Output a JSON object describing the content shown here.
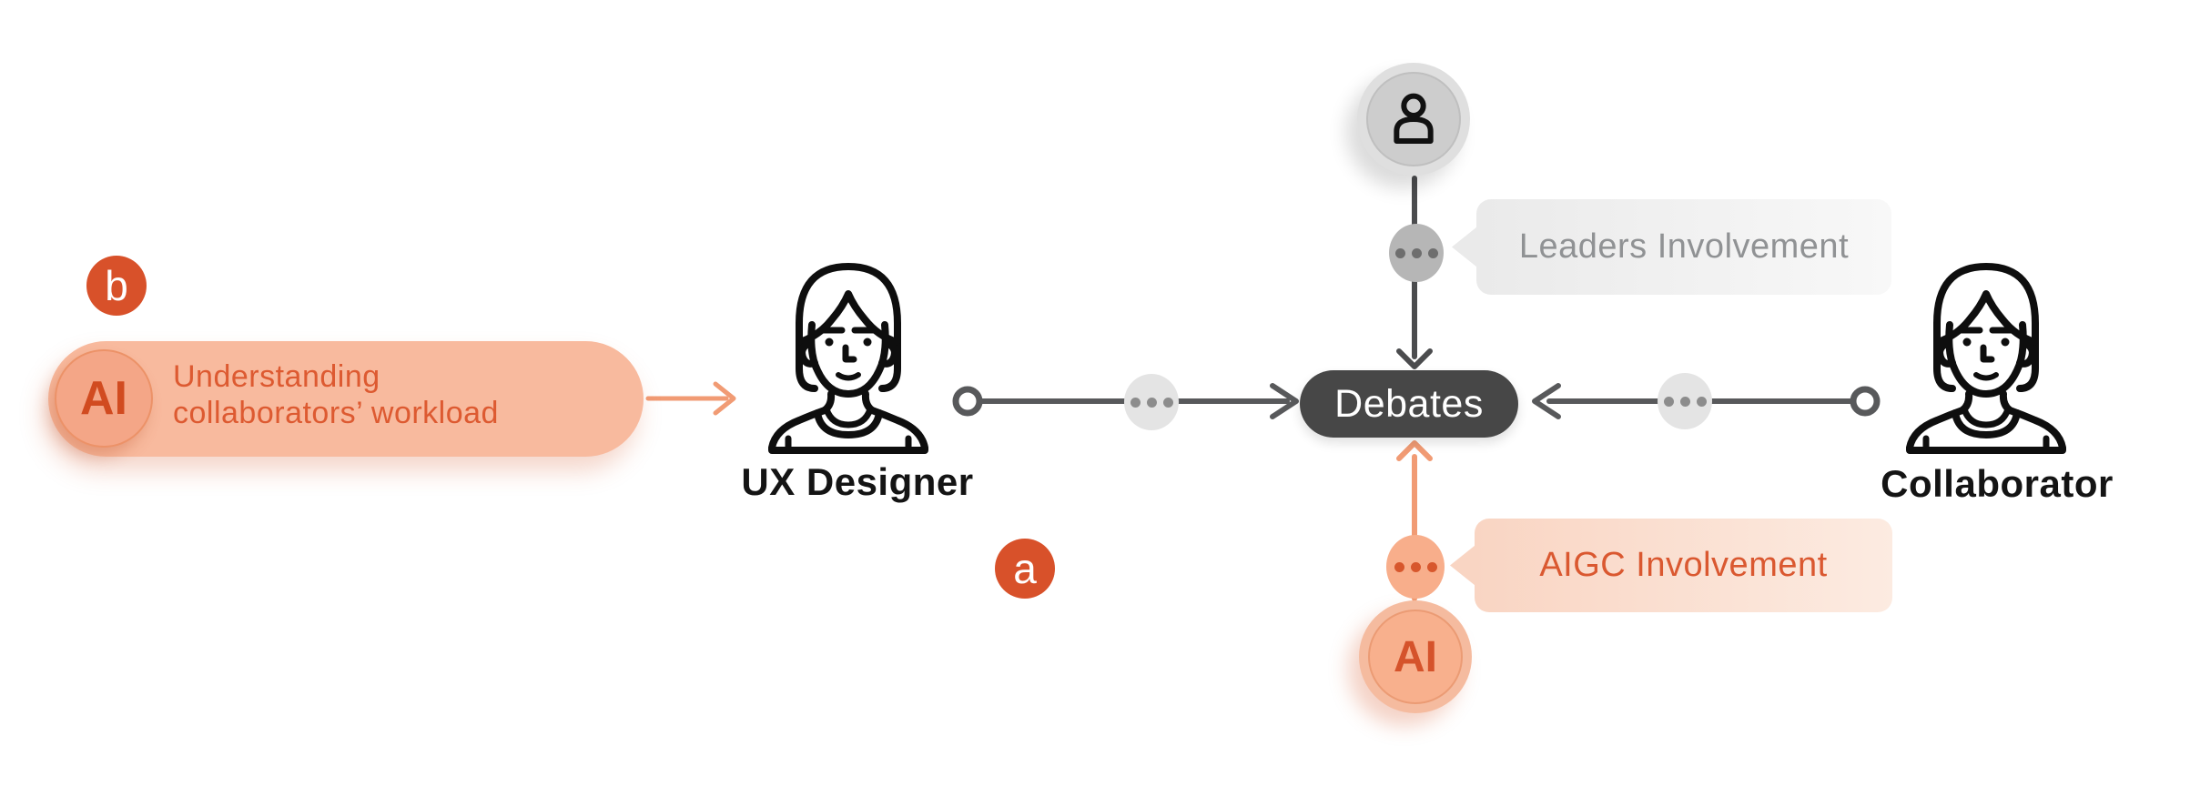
{
  "diagram": {
    "markers": {
      "a": "a",
      "b": "b"
    },
    "ai_callout": {
      "badge": "AI",
      "line1": "Understanding",
      "line2": "collaborators’ workload"
    },
    "actors": {
      "ux_designer": "UX Designer",
      "collaborator": "Collaborator"
    },
    "debate_node": "Debates",
    "leaders_involvement": "Leaders Involvement",
    "aigc_involvement": "AIGC Involvement",
    "ai_node": "AI",
    "colors": {
      "accent_orange": "#D8512A",
      "salmon_pill": "#F8BA9E",
      "salmon_arrow": "#F19B74",
      "debate_dark": "#474747",
      "line_gray": "#58595B",
      "leaders_text_gray": "#909294",
      "aigc_text_orange": "#DA5830"
    }
  }
}
